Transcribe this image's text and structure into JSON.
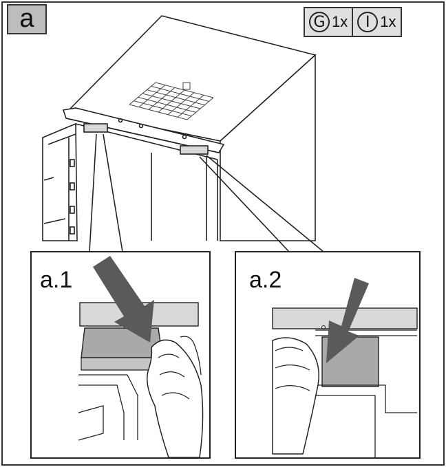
{
  "step": {
    "label": "a"
  },
  "parts": [
    {
      "symbol": "G",
      "quantity": "1x"
    },
    {
      "symbol": "I",
      "quantity": "1x"
    }
  ],
  "details": [
    {
      "label": "a.1"
    },
    {
      "label": "a.2"
    }
  ],
  "colors": {
    "line": "#222222",
    "shade": "#bdbdbd",
    "arrow": "#5a5a5a",
    "grid": "#444444"
  }
}
